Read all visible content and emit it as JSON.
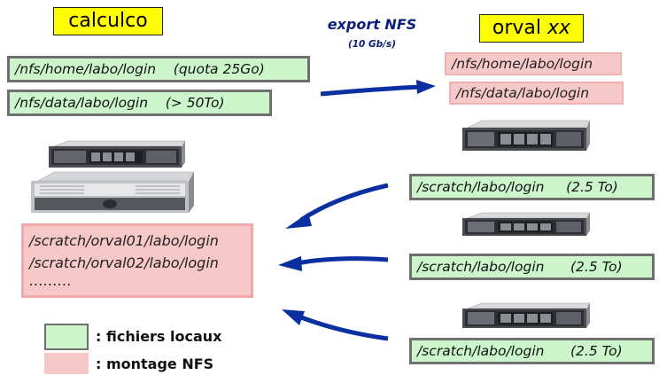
{
  "left_title": "calculco",
  "right_title_main": "orval",
  "right_title_suffix": "xx",
  "export": {
    "label": "export NFS",
    "speed": "(10 Gb/s)"
  },
  "calculco_paths": [
    "/nfs/home/labo/login    (quota 25Go)",
    "/nfs/data/labo/login    (> 50To)"
  ],
  "orval_mounts": [
    "/nfs/home/labo/login",
    "/nfs/data/labo/login"
  ],
  "scratch_local": [
    "/scratch/labo/login     (2.5 To)",
    "/scratch/labo/login      (2.5 To)",
    "/scratch/labo/login      (2.5 To)"
  ],
  "scratch_mounts": [
    "/scratch/orval01/labo/login",
    "/scratch/orval02/labo/login",
    "………"
  ],
  "legend": [
    {
      "text": ": fichiers locaux",
      "color": "#ccf5cc"
    },
    {
      "text": ": montage NFS",
      "color": "#f7c8c8"
    }
  ],
  "colors": {
    "title_bg": "#ffff00",
    "local_bg": "#ccf5cc",
    "nfs_bg": "#f7c8c8",
    "arrow": "#0a2fa0"
  },
  "icons": [
    "rack-server-icon"
  ]
}
